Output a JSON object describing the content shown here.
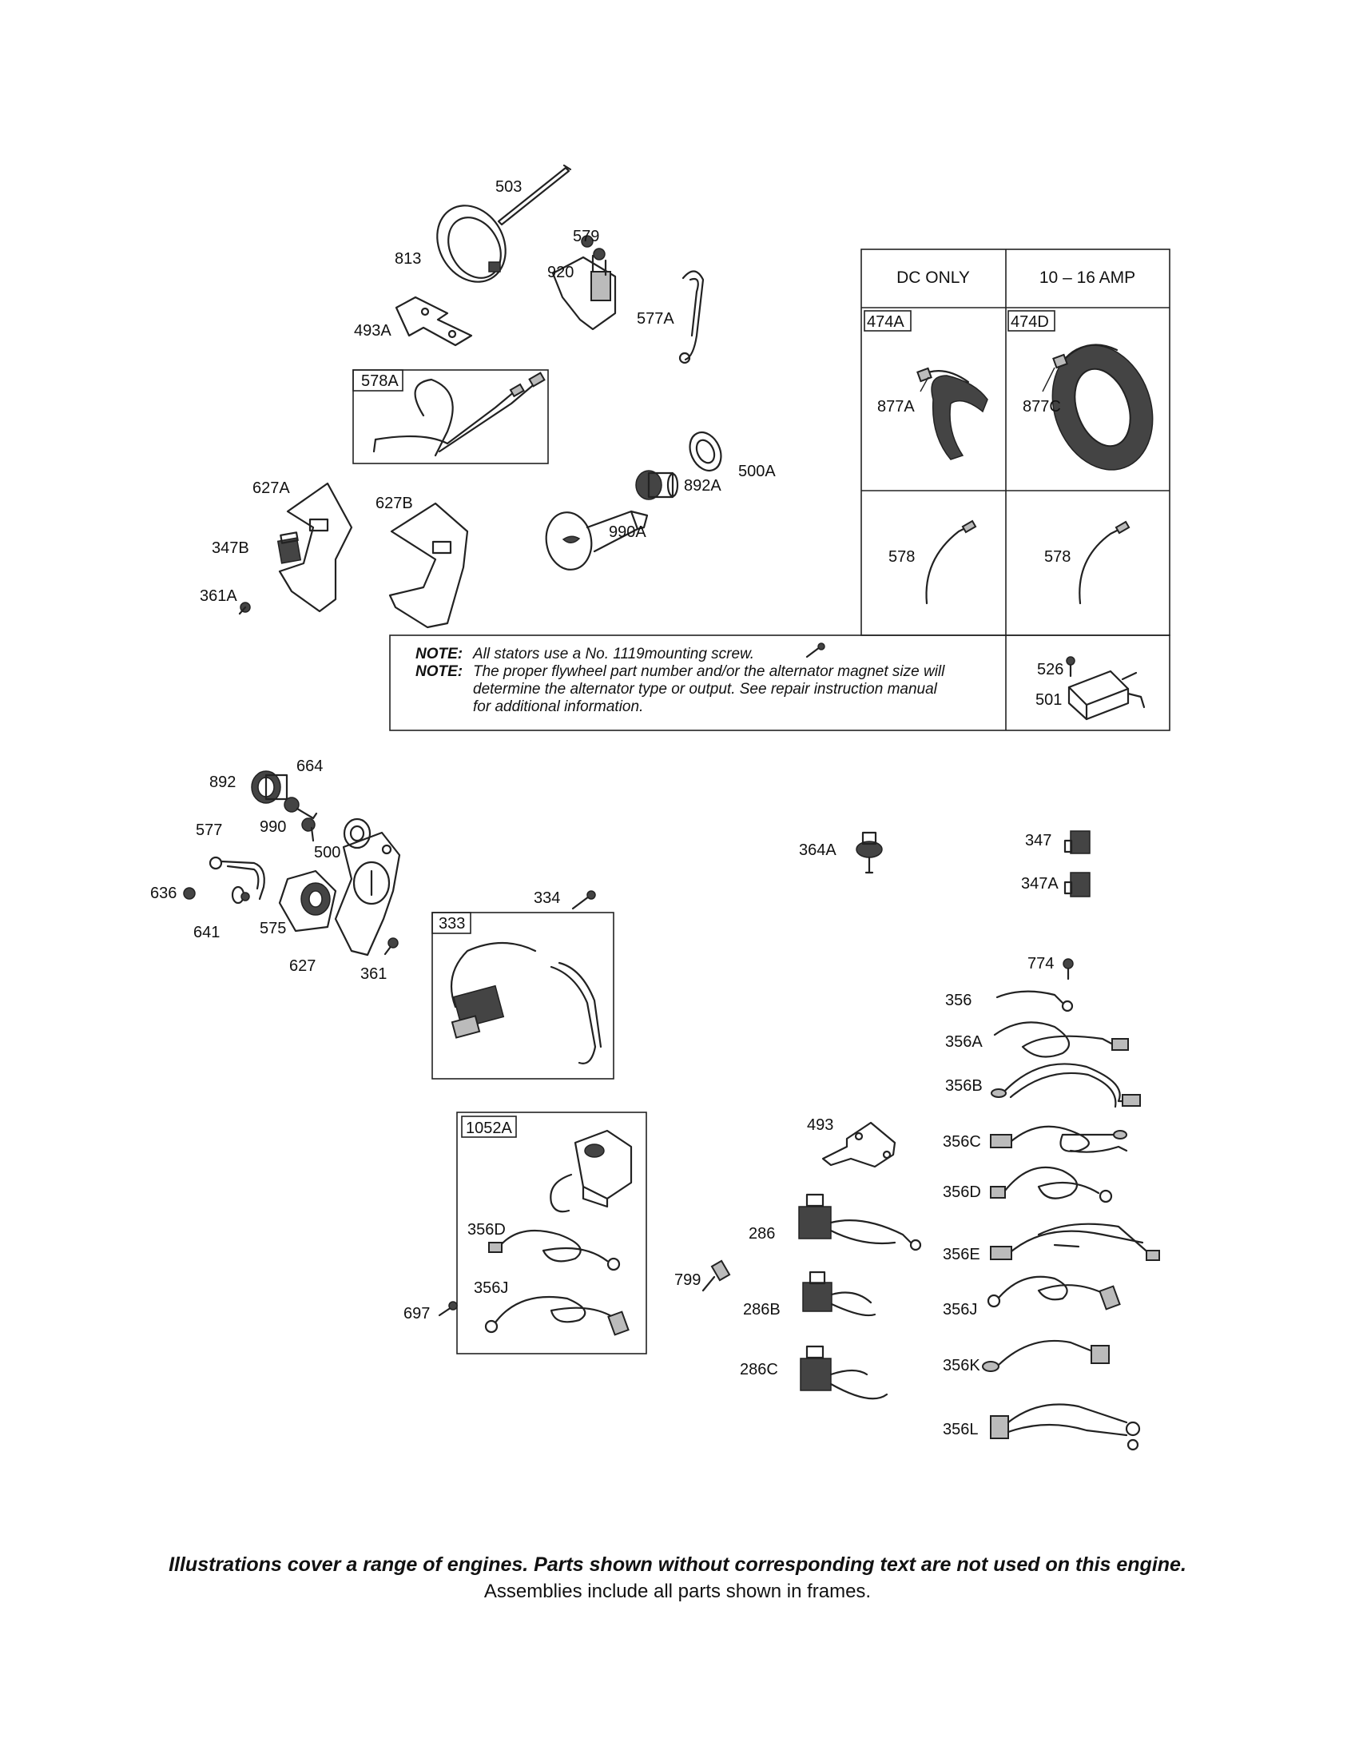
{
  "parts": {
    "p503": "503",
    "p813": "813",
    "p579": "579",
    "p920": "920",
    "p493A": "493A",
    "p577A": "577A",
    "p578A": "578A",
    "p500A": "500A",
    "p892A": "892A",
    "p627A": "627A",
    "p627B": "627B",
    "p347B": "347B",
    "p990A": "990A",
    "p361A": "361A",
    "p892": "892",
    "p664": "664",
    "p990": "990",
    "p577": "577",
    "p500": "500",
    "p636": "636",
    "p641": "641",
    "p575": "575",
    "p627": "627",
    "p361": "361",
    "p334": "334",
    "p333": "333",
    "p364A": "364A",
    "p347": "347",
    "p347A": "347A",
    "p774": "774",
    "p356": "356",
    "p356A": "356A",
    "p356B": "356B",
    "p356C": "356C",
    "p356D": "356D",
    "p356E": "356E",
    "p356J": "356J",
    "p356K": "356K",
    "p356L": "356L",
    "p1052A": "1052A",
    "p356D_b": "356D",
    "p356J_b": "356J",
    "p697": "697",
    "p493": "493",
    "p286": "286",
    "p286B": "286B",
    "p286C": "286C",
    "p799": "799"
  },
  "alternator_table": {
    "col1_header": "DC ONLY",
    "col2_header": "10 – 16 AMP",
    "p474A": "474A",
    "p474D": "474D",
    "p877A": "877A",
    "p877C": "877C",
    "p578_left": "578",
    "p578_right": "578",
    "p526": "526",
    "p501": "501"
  },
  "notes": {
    "note1_key": "NOTE:",
    "note1_text": "All stators use a No. 1119mounting screw.",
    "note2_key": "NOTE:",
    "note2_line1": "The proper flywheel part number and/or the alternator magnet size will",
    "note2_line2": "determine the alternator type or output. See repair instruction manual",
    "note2_line3": "for additional information."
  },
  "footer": {
    "line1": "Illustrations cover a range of engines. Parts shown without corresponding text are not used on this engine.",
    "line2": "Assemblies include all parts shown in frames."
  }
}
